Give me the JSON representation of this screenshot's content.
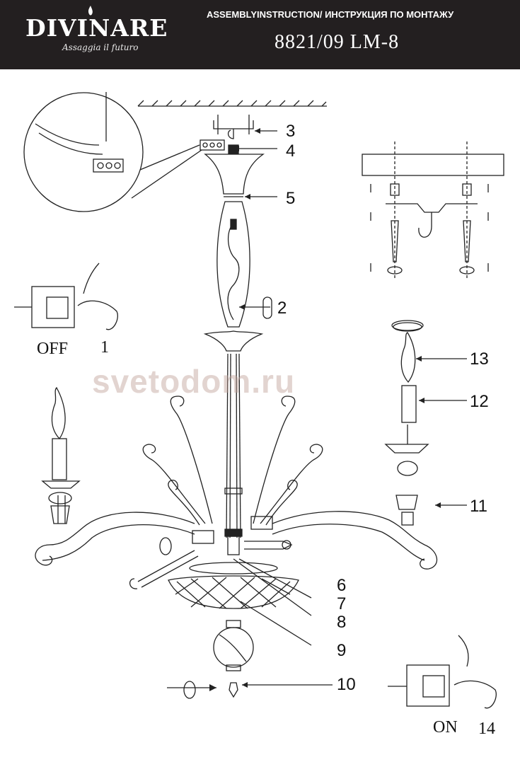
{
  "header": {
    "brand": "DIVINARE",
    "tagline": "Assaggia il futuro",
    "instruction_title": "ASSEMBLYINSTRUCTION/ ИНСТРУКЦИЯ ПО МОНТАЖУ",
    "model": "8821/09 LM-8"
  },
  "watermark": "svetodom.ru",
  "steps": {
    "off_label": "OFF",
    "off_number": "1",
    "on_label": "ON",
    "on_number": "14"
  },
  "part_labels": [
    "2",
    "3",
    "4",
    "5",
    "6",
    "7",
    "8",
    "9",
    "10",
    "11",
    "12",
    "13"
  ],
  "colors": {
    "header_bg": "#231f20",
    "line": "#222222"
  }
}
